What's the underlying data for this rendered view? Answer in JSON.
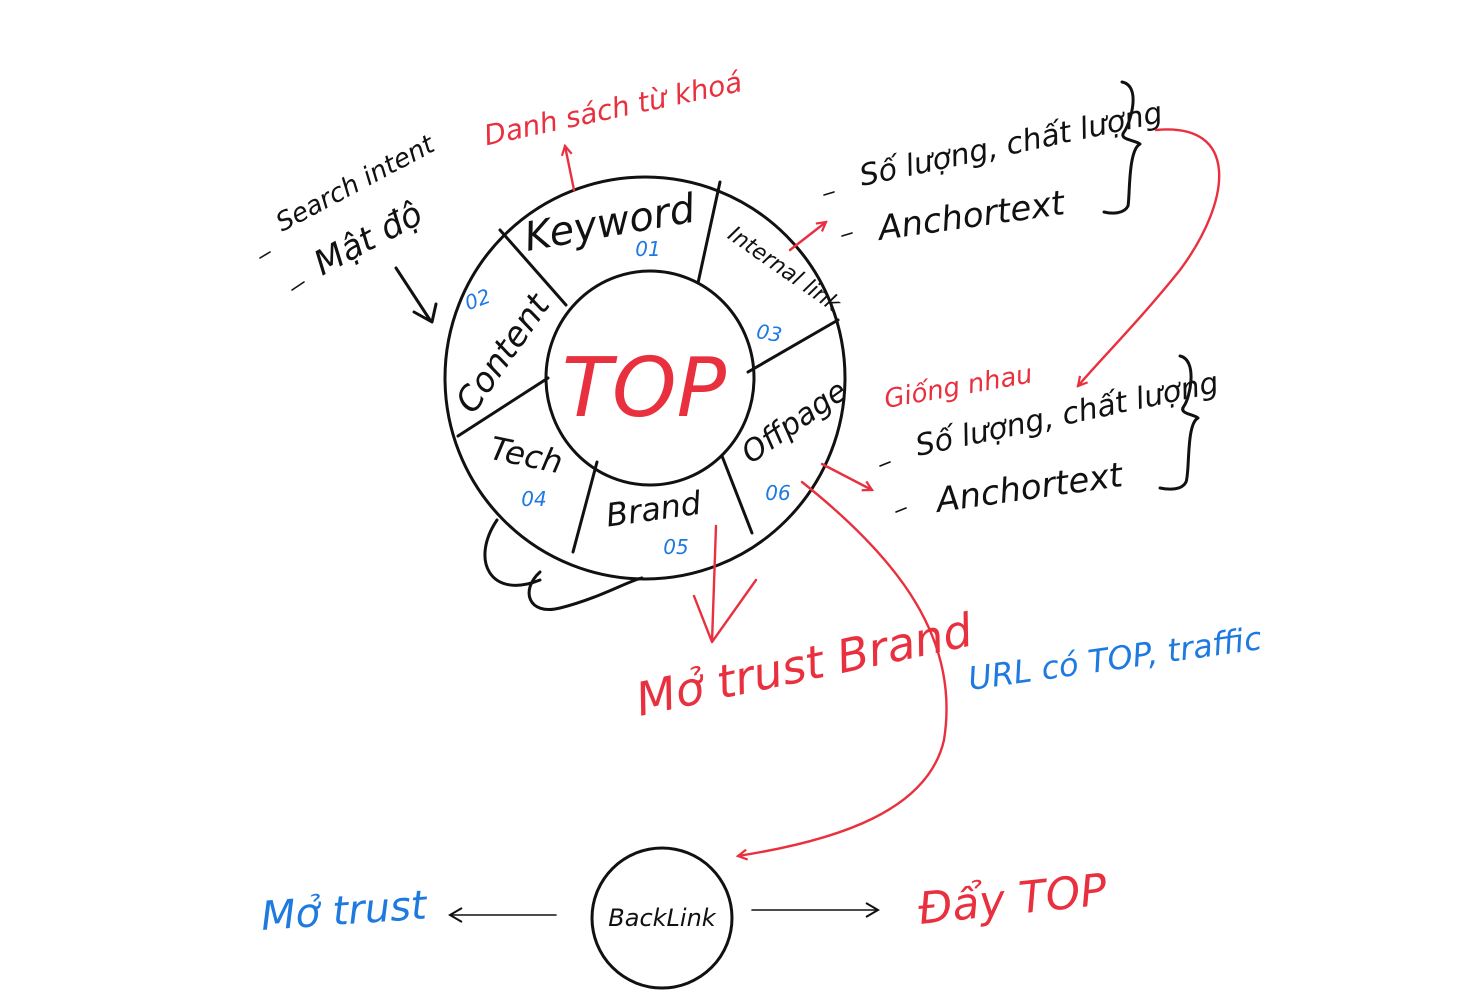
{
  "colors": {
    "ink": "#111111",
    "red": "#e8303e",
    "blue": "#1f7ae0"
  },
  "wheel": {
    "center_label": "TOP",
    "segments": [
      {
        "label": "Keyword",
        "number": "01"
      },
      {
        "label": "Content",
        "number": "02"
      },
      {
        "label": "Internal link",
        "number": "03"
      },
      {
        "label": "Tech",
        "number": "04"
      },
      {
        "label": "Brand",
        "number": "05"
      },
      {
        "label": "Offpage",
        "number": "06"
      }
    ]
  },
  "notes": {
    "keyword_out": "Danh sách từ khoá",
    "content_in": [
      "Search intent",
      "Mật độ"
    ],
    "internal_out": [
      "Số lượng, chất lượng",
      "Anchortext"
    ],
    "offpage_out_title": "Giống nhau",
    "offpage_out": [
      "Số lượng, chất lượng",
      "Anchortext"
    ],
    "brand_out": "Mở trust Brand",
    "offpage_url": "URL có TOP, traffic"
  },
  "backlink": {
    "label": "BackLink",
    "left": "Mở trust",
    "right": "Đẩy TOP"
  }
}
